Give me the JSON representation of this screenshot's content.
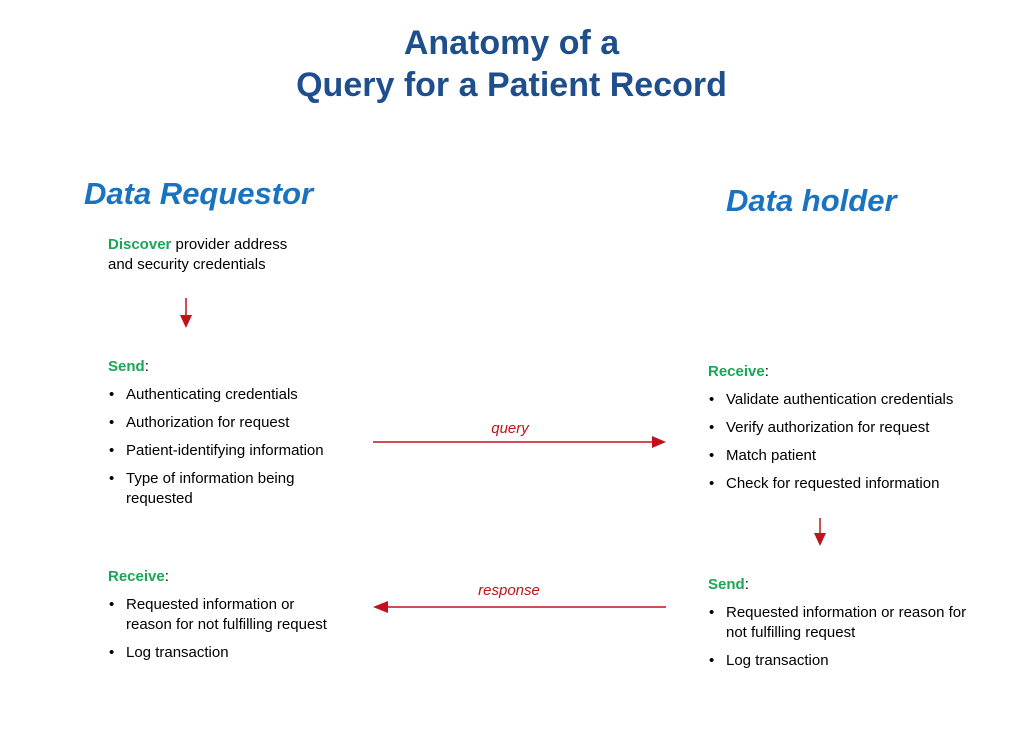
{
  "title": {
    "line1": "Anatomy of a",
    "line2": "Query for a Patient Record"
  },
  "requestor": {
    "heading": "Data Requestor",
    "discover": {
      "keyword": "Discover",
      "rest_line1": " provider address",
      "line2": "and security credentials"
    },
    "send": {
      "keyword": "Send",
      "suffix": ":",
      "items": [
        [
          "Authenticating credentials"
        ],
        [
          "Authorization for request"
        ],
        [
          "Patient-identifying information"
        ],
        [
          "Type of information being",
          "requested"
        ]
      ]
    },
    "receive": {
      "keyword": "Receive",
      "suffix": ":",
      "items": [
        [
          "Requested information or",
          "reason for not fulfilling request"
        ],
        [
          "Log transaction"
        ]
      ]
    }
  },
  "holder": {
    "heading": "Data holder",
    "receive": {
      "keyword": "Receive",
      "suffix": ":",
      "items": [
        [
          "Validate authentication credentials"
        ],
        [
          "Verify authorization for request"
        ],
        [
          "Match patient"
        ],
        [
          "Check for requested information"
        ]
      ]
    },
    "send": {
      "keyword": "Send",
      "suffix": ":",
      "items": [
        [
          "Requested information or reason for",
          "not fulfilling request"
        ],
        [
          "Log transaction"
        ]
      ]
    }
  },
  "arrows": {
    "query_label": "query",
    "response_label": "response",
    "color": "#c0121a"
  },
  "colors": {
    "title": "#1f4e8c",
    "column_heading": "#1a73c0",
    "keyword": "#1aa655"
  }
}
